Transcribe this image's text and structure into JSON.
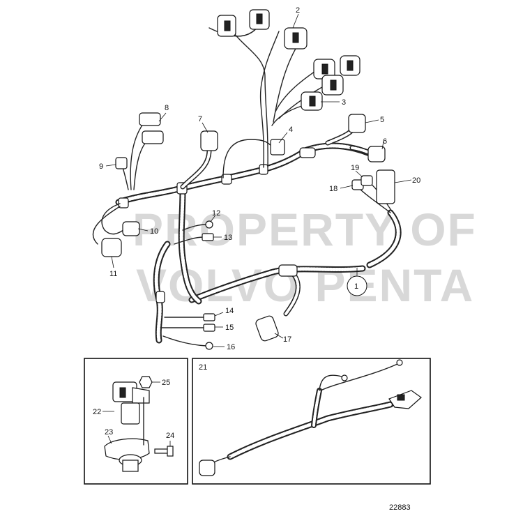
{
  "watermark": {
    "line1": "PROPERTY OF",
    "line2": "VOLVO PENTA"
  },
  "callouts": [
    {
      "id": "c1",
      "label": "1"
    },
    {
      "id": "c2",
      "label": "2"
    },
    {
      "id": "c3",
      "label": "3"
    },
    {
      "id": "c4",
      "label": "4"
    },
    {
      "id": "c5",
      "label": "5"
    },
    {
      "id": "c6",
      "label": "6"
    },
    {
      "id": "c7",
      "label": "7"
    },
    {
      "id": "c8",
      "label": "8"
    },
    {
      "id": "c9",
      "label": "9"
    },
    {
      "id": "c10",
      "label": "10"
    },
    {
      "id": "c11",
      "label": "11"
    },
    {
      "id": "c12",
      "label": "12"
    },
    {
      "id": "c13",
      "label": "13"
    },
    {
      "id": "c14",
      "label": "14"
    },
    {
      "id": "c15",
      "label": "15"
    },
    {
      "id": "c16",
      "label": "16"
    },
    {
      "id": "c17",
      "label": "17"
    },
    {
      "id": "c18",
      "label": "18"
    },
    {
      "id": "c19",
      "label": "19"
    },
    {
      "id": "c20",
      "label": "20"
    },
    {
      "id": "c21",
      "label": "21"
    },
    {
      "id": "c22",
      "label": "22"
    },
    {
      "id": "c23",
      "label": "23"
    },
    {
      "id": "c24",
      "label": "24"
    },
    {
      "id": "c25",
      "label": "25"
    }
  ],
  "figure_number": "22883"
}
